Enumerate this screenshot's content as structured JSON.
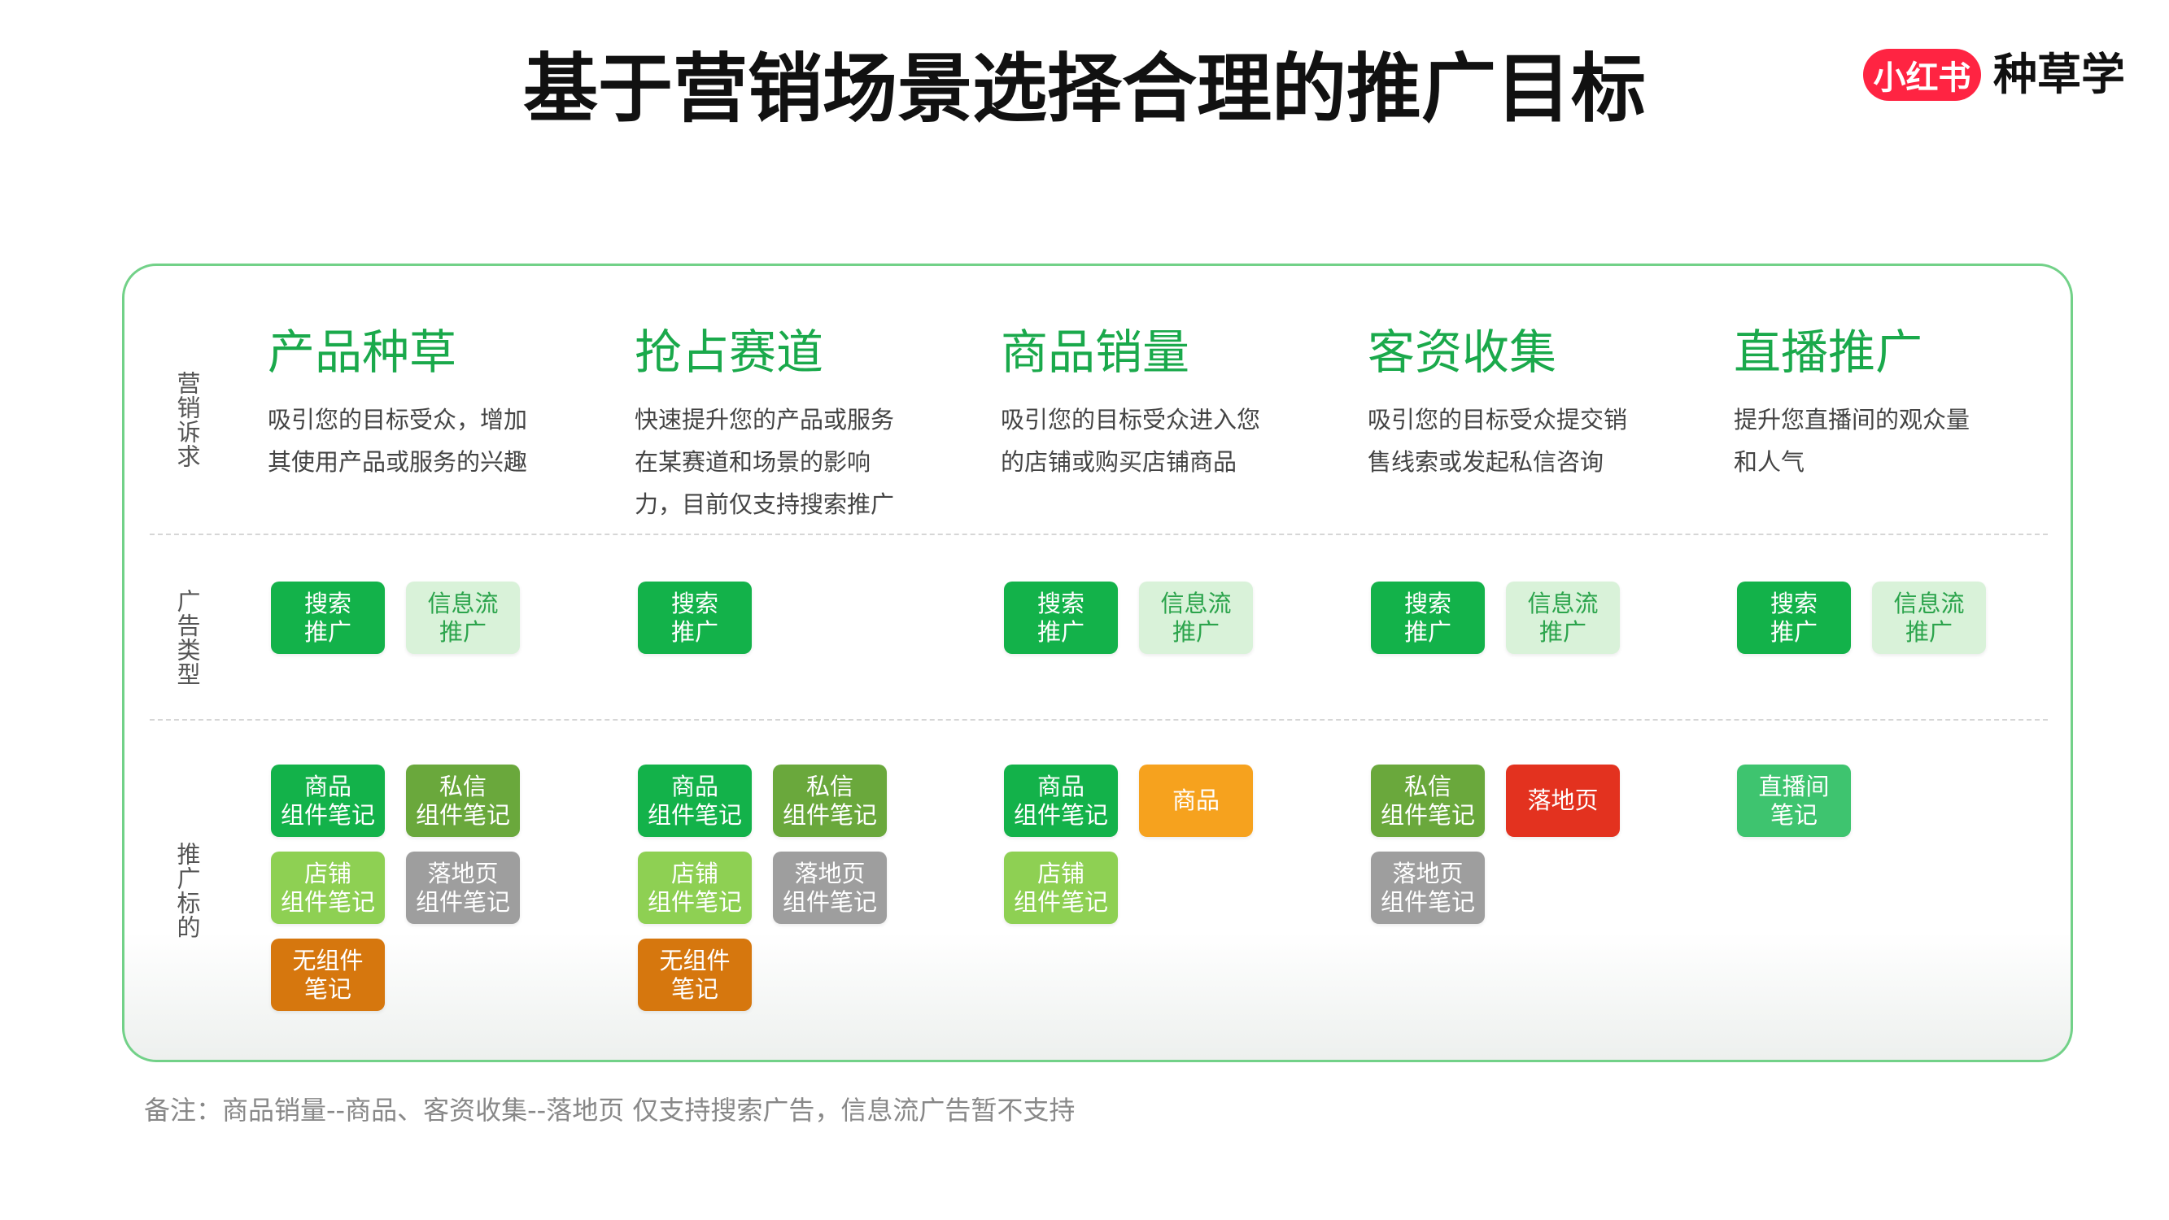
{
  "title": "基于营销场景选择合理的推广目标",
  "brand": {
    "logo_text": "小红书",
    "name": "种草学",
    "logo_color": "#ff2442"
  },
  "row_labels": [
    "营销诉求",
    "广告类型",
    "推广标的"
  ],
  "columns": [
    {
      "heading": "产品种草",
      "description": [
        "吸引您的目标受众，增加",
        "其使用产品或服务的兴趣"
      ],
      "ad_types": [
        {
          "lines": [
            "搜索",
            "推广"
          ],
          "bg": "#13b24a",
          "fg": "#ffffff"
        },
        {
          "lines": [
            "信息流",
            "推广"
          ],
          "bg": "#d9f2d9",
          "fg": "#2ca44c"
        }
      ],
      "targets": [
        {
          "lines": [
            "商品",
            "组件笔记"
          ],
          "bg": "#13b24a",
          "fg": "#ffffff"
        },
        {
          "lines": [
            "私信",
            "组件笔记"
          ],
          "bg": "#6aa83c",
          "fg": "#ffffff"
        },
        {
          "lines": [
            "店铺",
            "组件笔记"
          ],
          "bg": "#8ed053",
          "fg": "#ffffff"
        },
        {
          "lines": [
            "落地页",
            "组件笔记"
          ],
          "bg": "#9e9e9e",
          "fg": "#ffffff"
        },
        {
          "lines": [
            "无组件",
            "笔记"
          ],
          "bg": "#d6770e",
          "fg": "#ffffff"
        }
      ]
    },
    {
      "heading": "抢占赛道",
      "description": [
        "快速提升您的产品或服务",
        "在某赛道和场景的影响",
        "力，目前仅支持搜索推广"
      ],
      "ad_types": [
        {
          "lines": [
            "搜索",
            "推广"
          ],
          "bg": "#13b24a",
          "fg": "#ffffff"
        }
      ],
      "targets": [
        {
          "lines": [
            "商品",
            "组件笔记"
          ],
          "bg": "#13b24a",
          "fg": "#ffffff"
        },
        {
          "lines": [
            "私信",
            "组件笔记"
          ],
          "bg": "#6aa83c",
          "fg": "#ffffff"
        },
        {
          "lines": [
            "店铺",
            "组件笔记"
          ],
          "bg": "#8ed053",
          "fg": "#ffffff"
        },
        {
          "lines": [
            "落地页",
            "组件笔记"
          ],
          "bg": "#9e9e9e",
          "fg": "#ffffff"
        },
        {
          "lines": [
            "无组件",
            "笔记"
          ],
          "bg": "#d6770e",
          "fg": "#ffffff"
        }
      ]
    },
    {
      "heading": "商品销量",
      "description": [
        "吸引您的目标受众进入您",
        "的店铺或购买店铺商品"
      ],
      "ad_types": [
        {
          "lines": [
            "搜索",
            "推广"
          ],
          "bg": "#13b24a",
          "fg": "#ffffff"
        },
        {
          "lines": [
            "信息流",
            "推广"
          ],
          "bg": "#d9f2d9",
          "fg": "#2ca44c"
        }
      ],
      "targets": [
        {
          "lines": [
            "商品",
            "组件笔记"
          ],
          "bg": "#13b24a",
          "fg": "#ffffff"
        },
        {
          "lines": [
            "商品"
          ],
          "bg": "#f6a21e",
          "fg": "#ffffff"
        },
        {
          "lines": [
            "店铺",
            "组件笔记"
          ],
          "bg": "#8ed053",
          "fg": "#ffffff"
        }
      ]
    },
    {
      "heading": "客资收集",
      "description": [
        "吸引您的目标受众提交销",
        "售线索或发起私信咨询"
      ],
      "ad_types": [
        {
          "lines": [
            "搜索",
            "推广"
          ],
          "bg": "#13b24a",
          "fg": "#ffffff"
        },
        {
          "lines": [
            "信息流",
            "推广"
          ],
          "bg": "#d9f2d9",
          "fg": "#2ca44c"
        }
      ],
      "targets": [
        {
          "lines": [
            "私信",
            "组件笔记"
          ],
          "bg": "#6aa83c",
          "fg": "#ffffff"
        },
        {
          "lines": [
            "落地页"
          ],
          "bg": "#e3321f",
          "fg": "#ffffff"
        },
        {
          "lines": [
            "落地页",
            "组件笔记"
          ],
          "bg": "#9e9e9e",
          "fg": "#ffffff"
        }
      ]
    },
    {
      "heading": "直播推广",
      "description": [
        "提升您直播间的观众量",
        "和人气"
      ],
      "ad_types": [
        {
          "lines": [
            "搜索",
            "推广"
          ],
          "bg": "#13b24a",
          "fg": "#ffffff"
        },
        {
          "lines": [
            "信息流",
            "推广"
          ],
          "bg": "#d9f2d9",
          "fg": "#2ca44c"
        }
      ],
      "targets": [
        {
          "lines": [
            "直播间",
            "笔记"
          ],
          "bg": "#3ec46f",
          "fg": "#ffffff"
        }
      ]
    }
  ],
  "footnote": "备注：商品销量--商品、客资收集--落地页 仅支持搜索广告，信息流广告暂不支持",
  "colors": {
    "accent": "#1aa94b",
    "card_border": "#72d188"
  }
}
